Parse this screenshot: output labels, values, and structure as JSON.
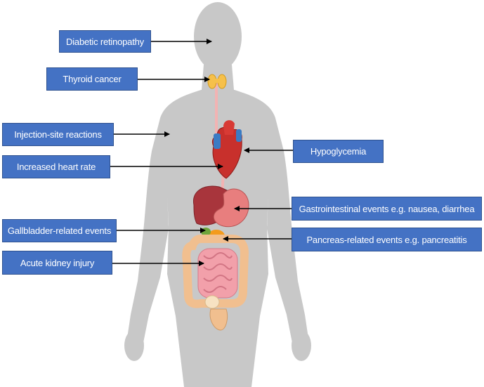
{
  "labels": {
    "diabetic_retinopathy": "Diabetic retinopathy",
    "thyroid_cancer": "Thyroid cancer",
    "injection_site_reactions": "Injection-site reactions",
    "increased_heart_rate": "Increased heart rate",
    "gallbladder_related_events": "Gallbladder-related events",
    "acute_kidney_injury": "Acute kidney injury",
    "hypoglycemia": "Hypoglycemia",
    "gastrointestinal_events": "Gastrointestinal events e.g. nausea, diarrhea",
    "pancreas_related_events": "Pancreas-related events e.g. pancreatitis"
  },
  "colors": {
    "label_fill": "#4472c4",
    "label_border": "#2f528f",
    "body_silhouette": "#c8c8c8",
    "arrow": "#000000"
  }
}
